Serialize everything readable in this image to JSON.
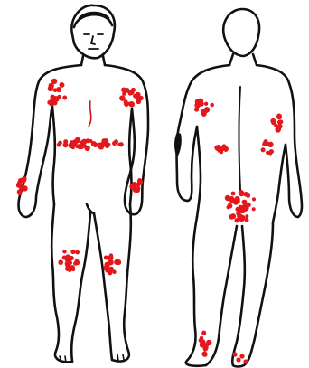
{
  "figure": {
    "views": [
      {
        "id": "front",
        "name": "front-view"
      },
      {
        "id": "back",
        "name": "back-view"
      }
    ],
    "colors": {
      "background": "#ffffff",
      "outline": "#111111",
      "lesion": "#e4171c"
    },
    "lesion_regions": [
      {
        "view": "front",
        "name": "left-chest-cluster"
      },
      {
        "view": "front",
        "name": "right-chest-cluster"
      },
      {
        "view": "front",
        "name": "waist-band"
      },
      {
        "view": "front",
        "name": "right-forearm-cluster"
      },
      {
        "view": "front",
        "name": "left-forearm-cluster"
      },
      {
        "view": "front",
        "name": "right-knee-cluster"
      },
      {
        "view": "front",
        "name": "left-knee-cluster"
      },
      {
        "view": "back",
        "name": "upper-back-cluster"
      },
      {
        "view": "back",
        "name": "right-shoulder-cluster"
      },
      {
        "view": "back",
        "name": "lower-back-cluster"
      },
      {
        "view": "back",
        "name": "buttocks-cluster"
      },
      {
        "view": "back",
        "name": "elbow-cluster"
      },
      {
        "view": "back",
        "name": "ankle-cluster"
      }
    ]
  }
}
